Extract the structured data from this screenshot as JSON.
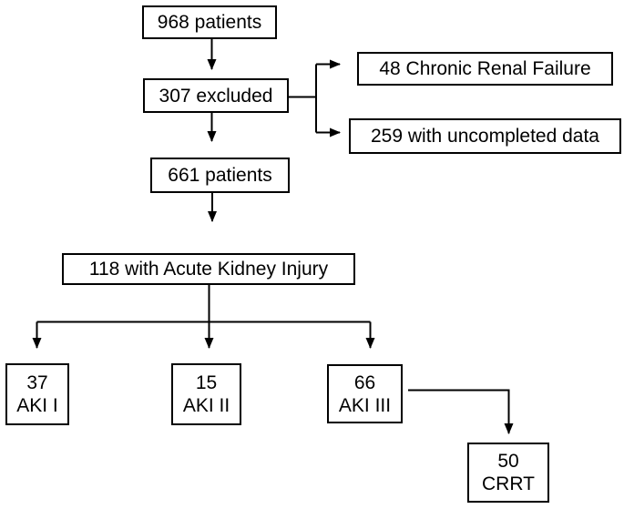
{
  "colors": {
    "background": "#ffffff",
    "line": "#000000",
    "box_border": "#000000",
    "text": "#000000"
  },
  "flowchart": {
    "nodes": {
      "total_patients": {
        "label": "968 patients"
      },
      "excluded": {
        "label": "307 excluded"
      },
      "chronic_renal_failure": {
        "label": "48 Chronic Renal Failure"
      },
      "uncompleted_data": {
        "label": "259 with uncompleted data"
      },
      "remaining_patients": {
        "label": "661 patients"
      },
      "acute_kidney_injury": {
        "label": "118 with Acute Kidney Injury"
      },
      "aki_stage_i": {
        "count": "37",
        "label": "AKI I"
      },
      "aki_stage_ii": {
        "count": "15",
        "label": "AKI II"
      },
      "aki_stage_iii": {
        "count": "66",
        "label": "AKI III"
      },
      "crrt": {
        "count": "50",
        "label": "CRRT"
      }
    }
  }
}
